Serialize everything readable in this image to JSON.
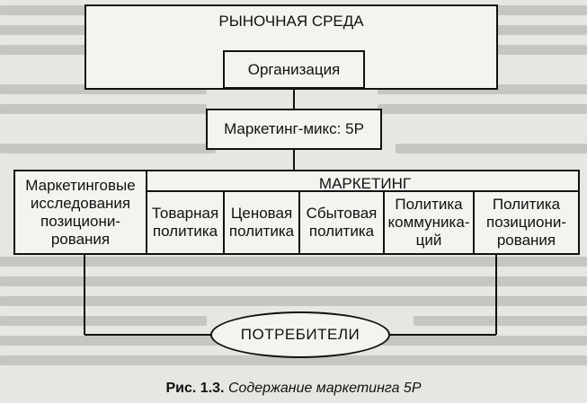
{
  "diagram": {
    "market": "РЫНОЧНАЯ СРЕДА",
    "organization": "Организация",
    "marketing_mix": "Маркетинг-микс: 5P",
    "marketing": "МАРКЕТИНГ",
    "research": "Маркетинговые\nисследования\nпозициони-\nрования",
    "policies": [
      "Товарная\nполитика",
      "Ценовая\nполитика",
      "Сбытовая\nполитика",
      "Политика\nкоммуника-\nций",
      "Политика\nпозициони-\nрования"
    ],
    "consumers": "ПОТРЕБИТЕЛИ"
  },
  "caption": {
    "number": "Рис. 1.3.",
    "text": "Содержание маркетинга 5P"
  }
}
